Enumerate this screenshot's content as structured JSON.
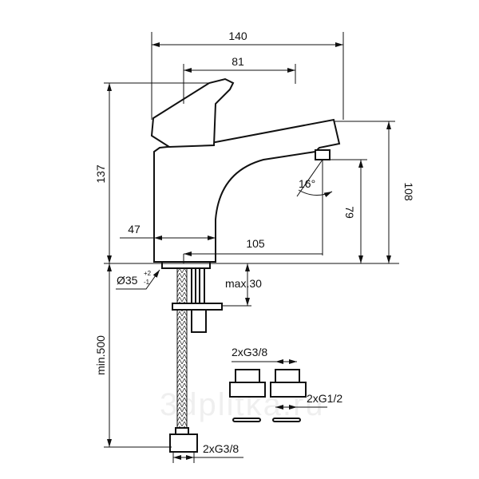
{
  "dimensions": {
    "width_total": "140",
    "lever_offset": "81",
    "height_total": "137",
    "spout_height": "108",
    "outlet_height": "79",
    "body_width": "47",
    "spout_reach": "105",
    "spray_angle": "16°",
    "base_diameter": "Ø35",
    "base_tol_upper": "+2",
    "base_tol_lower": "-1",
    "max_thickness": "max.30",
    "hose_length": "min.500",
    "hose_thread": "2xG3/8",
    "adapter_thread_top": "2xG3/8",
    "adapter_thread_bottom": "2xG1/2"
  },
  "watermark": "3dplitka.ru"
}
